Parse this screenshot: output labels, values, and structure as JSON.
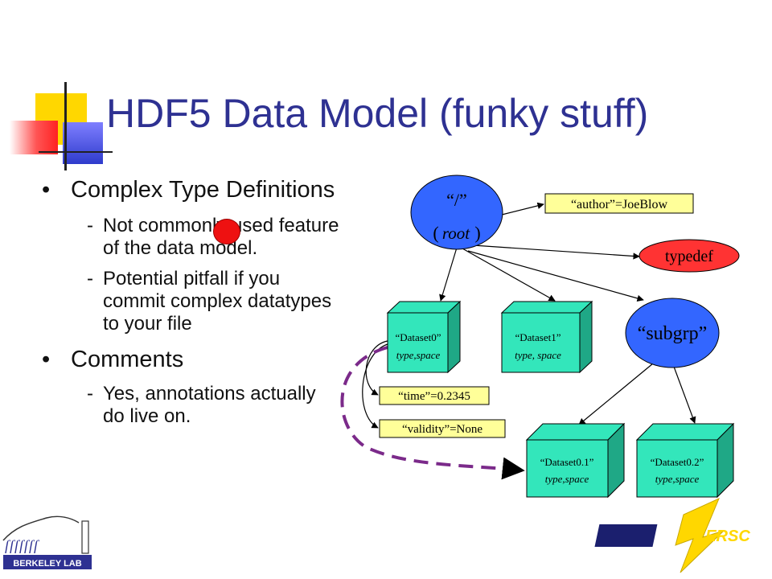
{
  "slide": {
    "title": "HDF5 Data Model (funky stuff)",
    "bullets": [
      {
        "text": "Complex Type Definitions",
        "sub": [
          "Not commonly used feature of the data model.",
          "Potential pitfall if you commit complex datatypes to your file"
        ]
      },
      {
        "text": "Comments",
        "sub": [
          "Yes, annotations actually do live on."
        ]
      }
    ],
    "bullet_glyph": "•",
    "dash_glyph": "-"
  },
  "diagram": {
    "root": {
      "line1": "“/”",
      "line2": "root"
    },
    "author_attr": "“author”=JoeBlow",
    "typedef": "typedef",
    "subgrp": "“subgrp”",
    "dataset0": {
      "name": "“Dataset0”",
      "meta": "type,space"
    },
    "dataset1": {
      "name": "“Dataset1”",
      "meta": "type, space"
    },
    "dataset01": {
      "name": "“Dataset0.1”",
      "meta": "type,space"
    },
    "dataset02": {
      "name": "“Dataset0.2”",
      "meta": "type,space"
    },
    "time_attr": "“time”=0.2345",
    "validity_attr": "“validity”=None"
  },
  "logos": {
    "berkeley_lab": "BERKELEY LAB",
    "nersc": "ERSC"
  },
  "colors": {
    "title": "#2e3192",
    "ellipse_blue": "#3366ff",
    "cube_teal": "#33e6bb",
    "attr_yellow": "#ffff99",
    "typedef_red": "#ff3333",
    "dashed_purple": "#7b2a8a"
  }
}
